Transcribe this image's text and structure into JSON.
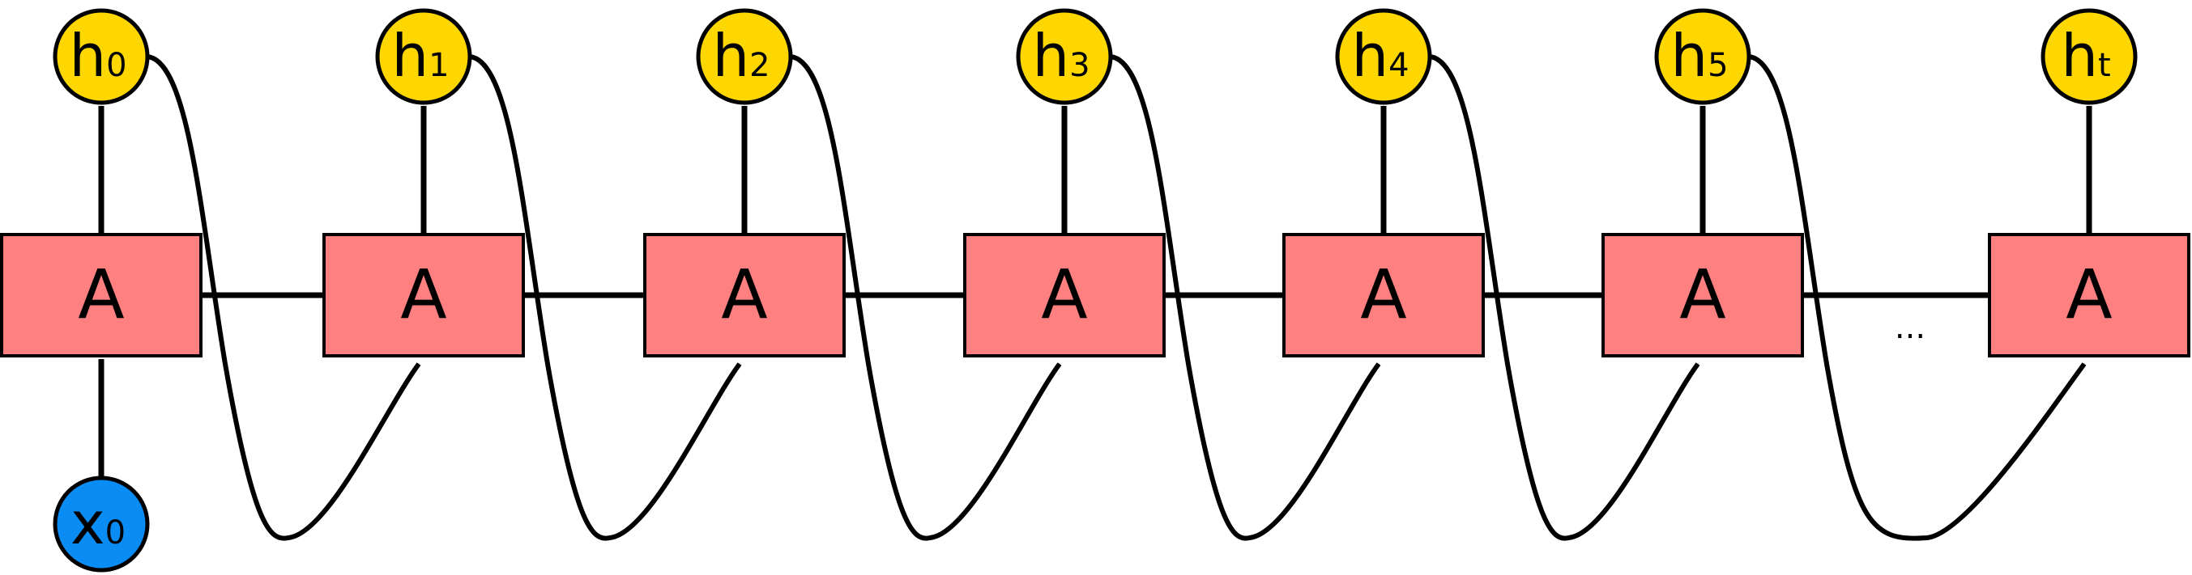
{
  "cell_label": "A",
  "outputs": [
    {
      "base": "h",
      "sub": "0"
    },
    {
      "base": "h",
      "sub": "1"
    },
    {
      "base": "h",
      "sub": "2"
    },
    {
      "base": "h",
      "sub": "3"
    },
    {
      "base": "h",
      "sub": "4"
    },
    {
      "base": "h",
      "sub": "5"
    },
    {
      "base": "h",
      "sub": "t"
    }
  ],
  "input": {
    "base": "x",
    "sub": "0"
  },
  "ellipsis": "...",
  "colors": {
    "cell_fill": "#FF8080",
    "output_fill": "#FFD700",
    "input_fill": "#0A8CF5",
    "stroke": "#000000"
  }
}
